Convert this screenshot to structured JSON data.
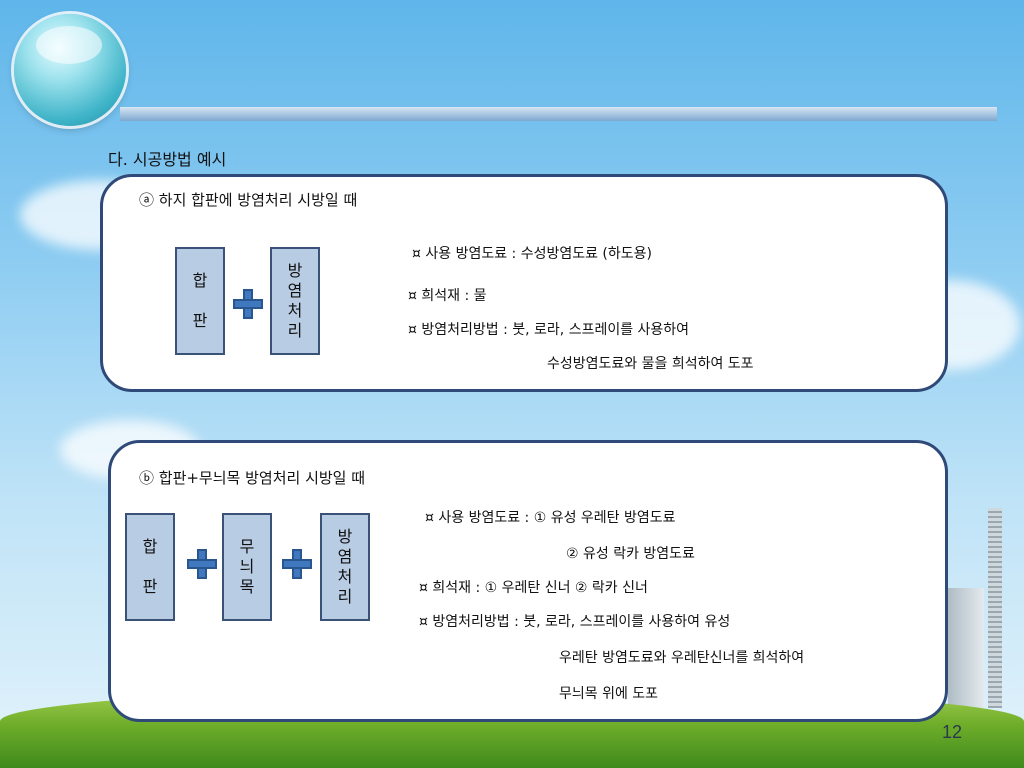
{
  "slide": {
    "section_title": "다. 시공방법 예시",
    "page_number": "12"
  },
  "panel_a": {
    "title": "ⓐ 하지 합판에 방염처리 시방일 때",
    "boxes": [
      "합\n\n판",
      "방\n염\n처\n리"
    ],
    "lines": [
      "¤ 사용 방염도료 : 수성방염도료 (하도용)",
      "¤ 희석재 : 물",
      "¤ 방염처리방법 :  붓, 로라, 스프레이를 사용하여",
      "수성방염도료와 물을 희석하여 도포"
    ]
  },
  "panel_b": {
    "title": "ⓑ 합판+무늬목 방염처리 시방일 때",
    "boxes": [
      "합\n\n판",
      "무\n늬\n목",
      "방\n염\n처\n리"
    ],
    "lines": [
      "¤ 사용 방염도료 : ① 유성 우레탄 방염도료",
      "② 유성 락카 방염도료",
      "¤ 희석재 : ① 우레탄 신너     ② 락카 신너",
      "¤ 방염처리방법 :  붓, 로라, 스프레이를 사용하여 유성",
      "우레탄  방염도료와 우레탄신너를 희석하여",
      "무늬목 위에 도포"
    ]
  }
}
